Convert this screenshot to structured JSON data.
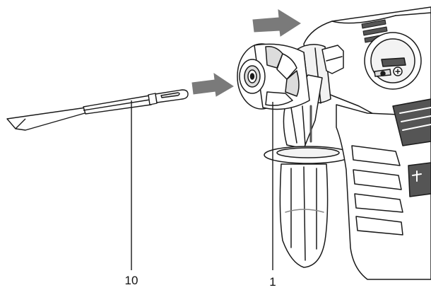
{
  "callouts": [
    {
      "number": "10",
      "part": "chisel"
    },
    {
      "number": "1",
      "part": "tool-holder-chuck"
    }
  ],
  "icons": [
    "insertion-arrow-icon",
    "insertion-arrow-icon"
  ],
  "colors": {
    "line": "#1a1a1a",
    "arrow": "#7a7a7a",
    "light_fill": "#ffffff",
    "shade": "#dcdcdc",
    "dark_shade": "#555555"
  }
}
